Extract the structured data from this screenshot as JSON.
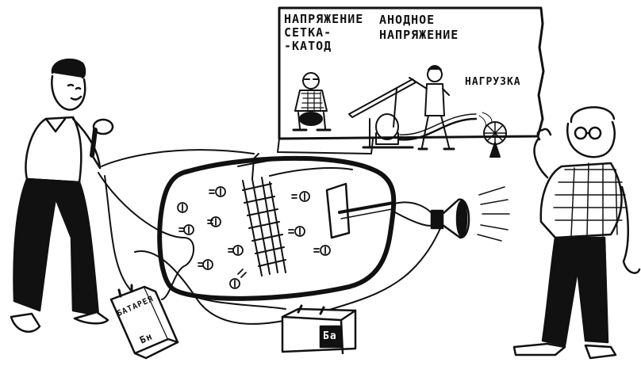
{
  "poster": {
    "grid_voltage_label": "НАПРЯЖЕНИЕ\nСЕТКА-\n-КАТОД",
    "anode_voltage_label": "АНОДНОЕ\nНАПРЯЖЕНИЕ",
    "load_label": "НАГРУЗКА"
  },
  "battery_grid_label": "БАТАРЕЯ",
  "battery_grid_short": "Бн",
  "battery_anode_label": "Ба",
  "electron_symbol": "⊖",
  "colors": {
    "ink": "#111111",
    "paper": "#ffffff"
  }
}
